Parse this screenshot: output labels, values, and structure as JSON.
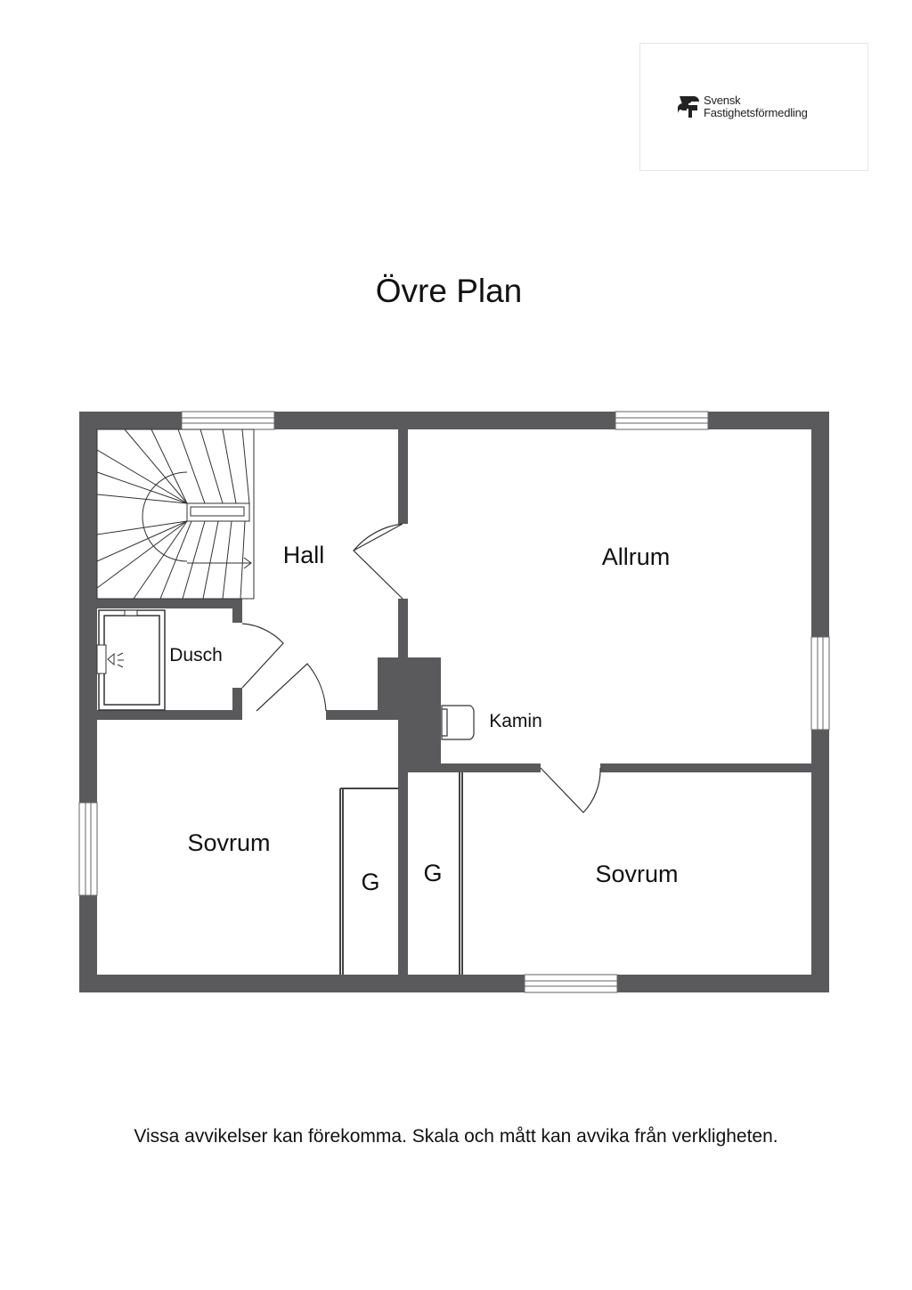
{
  "header": {
    "logo": {
      "line1": "Svensk",
      "line2": "Fastighetsförmedling"
    }
  },
  "plan": {
    "title": "Övre Plan",
    "rooms": {
      "hall": "Hall",
      "allrum": "Allrum",
      "dusch": "Dusch",
      "kamin": "Kamin",
      "sovrum_left": "Sovrum",
      "sovrum_right": "Sovrum",
      "garderob_left": "G",
      "garderob_right": "G"
    },
    "colors": {
      "wall": "#5a5a5c",
      "line": "#333333",
      "background": "#ffffff"
    }
  },
  "footer": {
    "disclaimer": "Vissa avvikelser kan förekomma. Skala och mått kan avvika från verkligheten."
  }
}
